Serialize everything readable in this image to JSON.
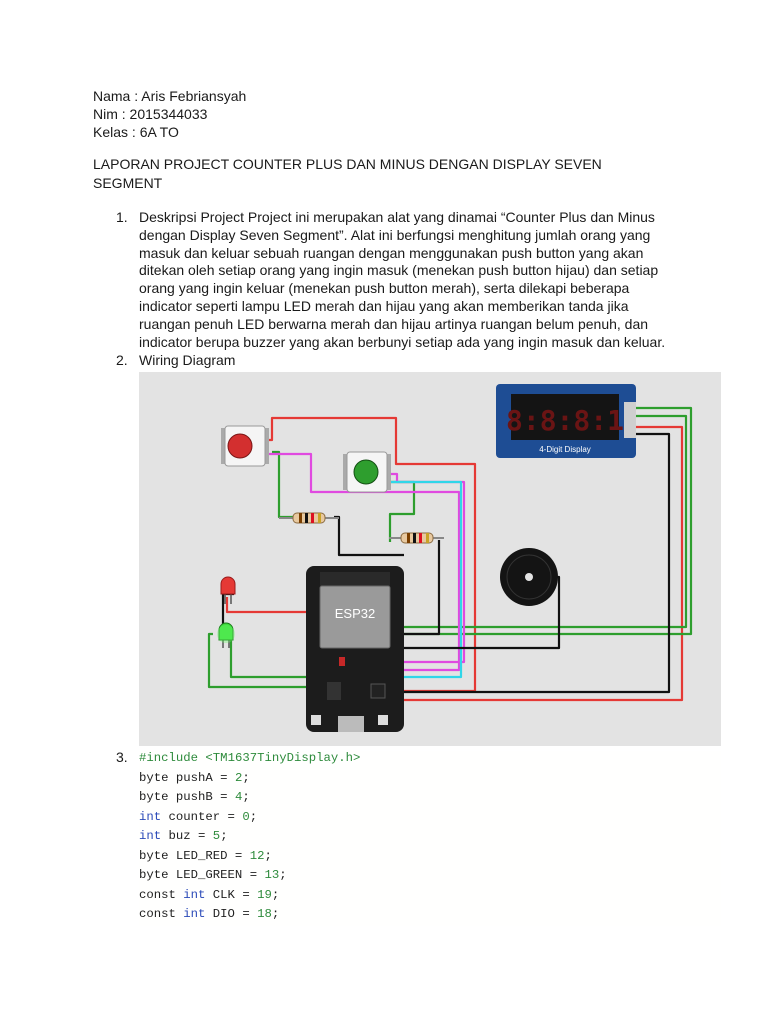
{
  "header": {
    "nama": "Nama : Aris Febriansyah",
    "nim": "Nim : 2015344033",
    "kelas": "Kelas : 6A TO"
  },
  "title": "LAPORAN PROJECT COUNTER PLUS DAN MINUS DENGAN DISPLAY SEVEN SEGMENT",
  "items": [
    {
      "number": "1.",
      "lines": [
        "Deskripsi Project Project ini merupakan alat yang dinamai “Counter Plus dan Minus",
        "dengan Display Seven Segment”. Alat ini berfungsi menghitung jumlah orang yang",
        "masuk dan keluar sebuah ruangan dengan menggunakan push button yang akan",
        "ditekan oleh setiap orang yang ingin masuk (menekan push button hijau) dan setiap",
        "orang yang ingin keluar (menekan push button merah), serta dilekapi beberapa",
        "indicator seperti lampu LED merah dan hijau yang akan memberikan tanda jika",
        "ruangan penuh LED berwarna merah dan hijau artinya ruangan belum penuh, dan",
        "indicator berupa buzzer yang akan berbunyi setiap ada yang ingin masuk dan keluar."
      ]
    },
    {
      "number": "2.",
      "text": "Wiring Diagram"
    },
    {
      "number": "3."
    }
  ],
  "diagram": {
    "esp_label": "ESP32",
    "display_digits": "8:8:8:1",
    "display_label": "4-Digit Display",
    "colors": {
      "red": "#e53935",
      "green": "#2e9e2e",
      "magenta": "#e04ae0",
      "cyan": "#30d6e8",
      "black": "#111111"
    }
  },
  "code": {
    "line1": {
      "pp": "#include",
      "rest": " <TM1637TinyDisplay.h>"
    },
    "line2": {
      "pre": "byte pushA = ",
      "num": "2",
      "post": ";"
    },
    "line3": {
      "pre": "byte pushB = ",
      "num": "4",
      "post": ";"
    },
    "line4": {
      "kw": "int",
      "pre": " counter = ",
      "num": "0",
      "post": ";"
    },
    "line5": {
      "kw": "int",
      "pre": " buz = ",
      "num": "5",
      "post": ";"
    },
    "line6": {
      "pre": "byte LED_RED = ",
      "num": "12",
      "post": ";"
    },
    "line7": {
      "pre": "byte LED_GREEN = ",
      "num": "13",
      "post": ";"
    },
    "line8": {
      "pre": "const ",
      "kw": "int",
      "mid": " CLK = ",
      "num": "19",
      "post": ";"
    },
    "line9": {
      "pre": "const ",
      "kw": "int",
      "mid": " DIO = ",
      "num": "18",
      "post": ";"
    }
  }
}
